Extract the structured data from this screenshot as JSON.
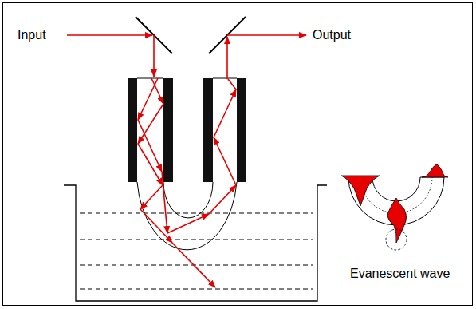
{
  "diagram": {
    "labels": [
      "Input",
      "Output",
      "Evanescent wave"
    ]
  }
}
